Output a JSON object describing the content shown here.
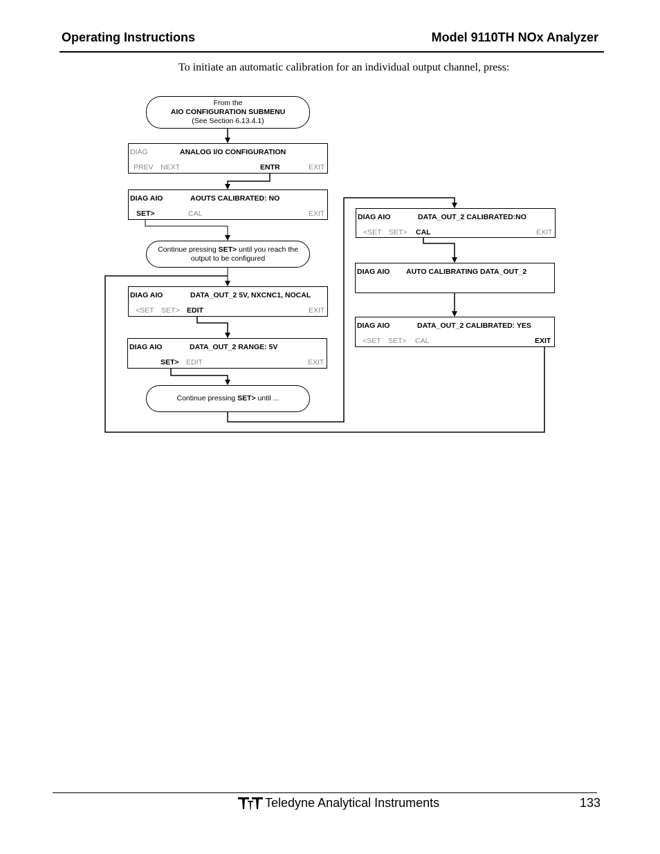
{
  "header": {
    "left": "Operating Instructions",
    "right": "Model 9110TH NOx Analyzer"
  },
  "intro": "To initiate an automatic calibration for an individual output channel, press:",
  "start": {
    "line1": "From the",
    "line2": "AIO CONFIGURATION SUBMENU",
    "line3": "(See Section 6.13.4.1)"
  },
  "screen1": {
    "left": "DIAG",
    "title": "ANALOG I/O CONFIGURATION",
    "prev": "PREV",
    "next": "NEXT",
    "entr": "ENTR",
    "exit": "EXIT"
  },
  "screen2": {
    "left": "DIAG AIO",
    "title": "AOUTS CALIBRATED: NO",
    "set": "SET>",
    "cal": "CAL",
    "exit": "EXIT"
  },
  "note1": {
    "pre": "Continue pressing ",
    "key": "SET>",
    "post": " until you reach the",
    "line2": "output to be configured"
  },
  "screen3": {
    "left": "DIAG AIO",
    "title": "DATA_OUT_2 5V, NXCNC1, NOCAL",
    "setl": "<SET",
    "setr": "SET>",
    "edit": "EDIT",
    "exit": "EXIT"
  },
  "screen4": {
    "left": "DIAG AIO",
    "title": "DATA_OUT_2 RANGE: 5V",
    "set": "SET>",
    "edit": "EDIT",
    "exit": "EXIT"
  },
  "note2": {
    "pre": "Continue pressing ",
    "key": "SET>",
    "post": " until ..."
  },
  "screen5": {
    "left": "DIAG AIO",
    "title": "DATA_OUT_2 CALIBRATED:NO",
    "setl": "<SET",
    "setr": "SET>",
    "cal": "CAL",
    "exit": "EXIT"
  },
  "screen6": {
    "left": "DIAG AIO",
    "title": "AUTO CALIBRATING DATA_OUT_2"
  },
  "screen7": {
    "left": "DIAG AIO",
    "title": "DATA_OUT_2 CALIBRATED: YES",
    "setl": "<SET",
    "setr": "SET>",
    "cal": "CAL",
    "exit": "EXIT"
  },
  "footer": {
    "company": "Teledyne Analytical Instruments",
    "page": "133"
  }
}
